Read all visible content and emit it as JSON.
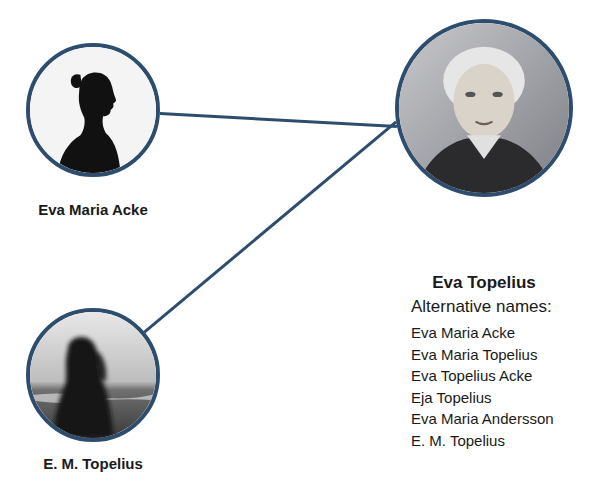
{
  "diagram": {
    "nodes": [
      {
        "text": [
          "Eva Maria Acke"
        ]
      },
      {
        "text": [
          "Eva Topelius",
          "Alternative names:",
          "Eva Maria Acke",
          "Eva Maria Topelius",
          "Eva Topelius Acke",
          "Eja Topelius",
          "Eva Maria Andersson",
          "E. M. Topelius"
        ]
      },
      {
        "text": [
          "E. M. Topelius"
        ]
      }
    ],
    "edges": [
      {
        "from": 0,
        "to": 1,
        "arrow": "none"
      },
      {
        "from": 2,
        "to": 1,
        "arrow": "none"
      }
    ]
  }
}
